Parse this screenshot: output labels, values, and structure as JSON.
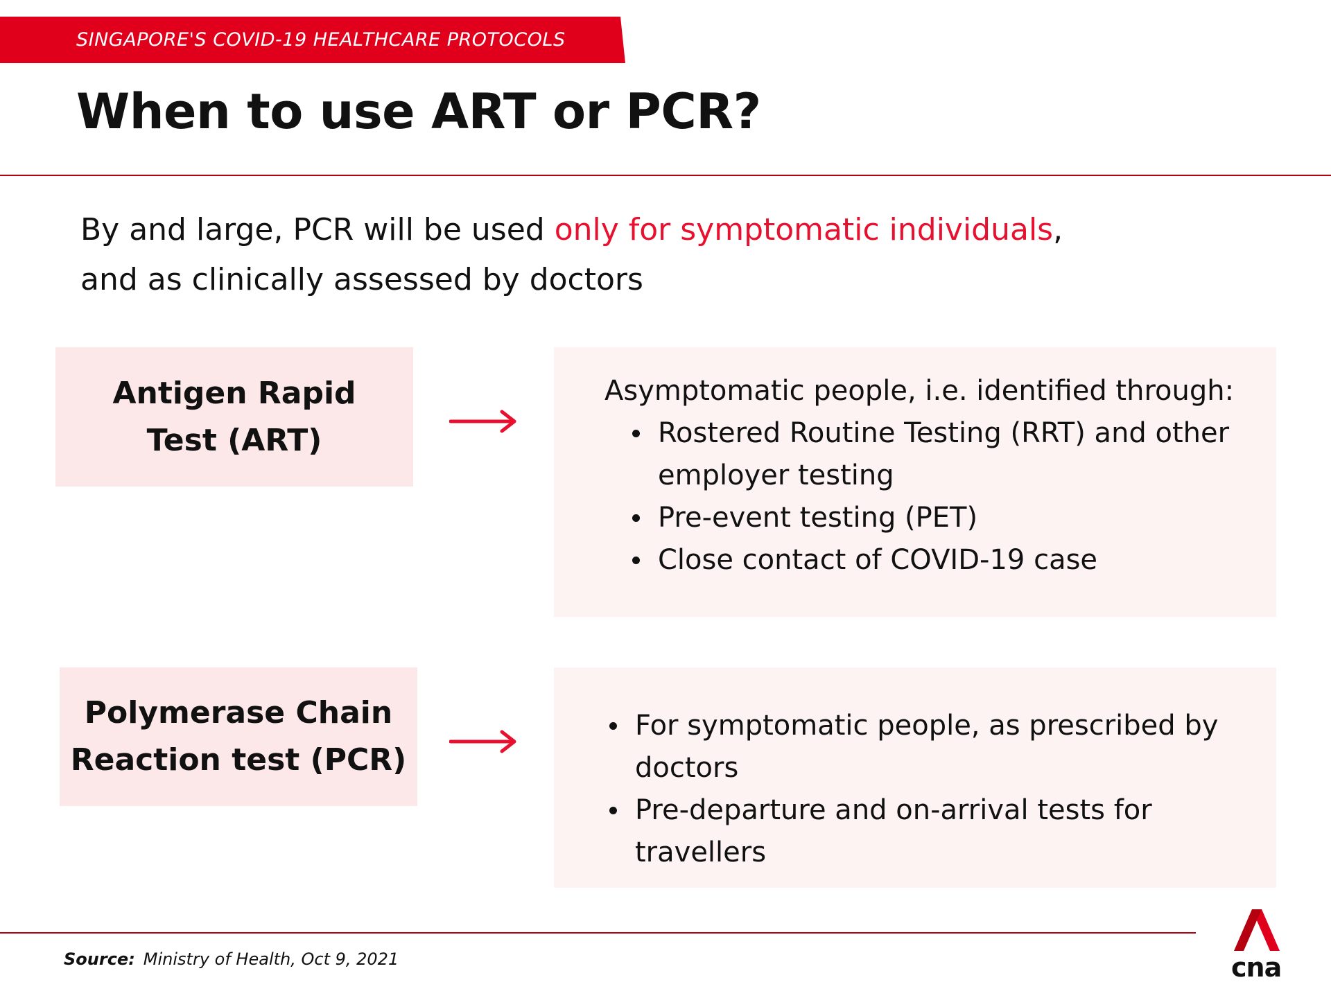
{
  "header": {
    "banner": "SINGAPORE'S COVID-19 HEALTHCARE PROTOCOLS",
    "title": "When to use ART or PCR?"
  },
  "intro": {
    "text_before": "By and large, PCR will be used ",
    "highlight": "only for symptomatic individuals",
    "text_after": ",",
    "line2": "and as clinically assessed by doctors"
  },
  "sections": [
    {
      "method": "Antigen Rapid\nTest (ART)",
      "detail_intro": "Asymptomatic people, i.e. identified through:",
      "bullets": [
        "Rostered Routine Testing (RRT) and other employer testing",
        "Pre-event testing (PET)",
        "Close contact of COVID-19 case"
      ]
    },
    {
      "method": "Polymerase Chain\nReaction test (PCR)",
      "bullets": [
        "For symptomatic people, as prescribed by doctors",
        "Pre-departure and on-arrival tests for travellers"
      ]
    }
  ],
  "footer": {
    "source_label": "Source:",
    "source_text": "Ministry of Health, Oct 9, 2021",
    "logo_text": "cna"
  },
  "colors": {
    "brand_red": "#e0001b",
    "highlight_red": "#e8102f",
    "method_box": "#fde8e9",
    "detail_box": "#fdf3f3"
  },
  "icons": [
    "arrow-right-icon",
    "cna-logo-icon"
  ]
}
